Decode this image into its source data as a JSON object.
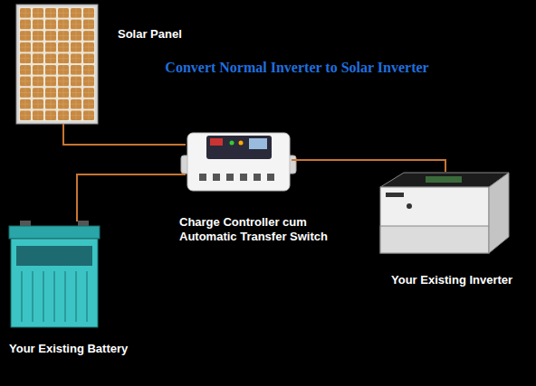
{
  "diagram": {
    "title": "Convert Normal Inverter to Solar Inverter",
    "nodes": [
      {
        "text": [
          "Solar Panel"
        ]
      },
      {
        "text": [
          "Charge Controller cum Automatic Transfer Switch"
        ]
      },
      {
        "text": [
          "Your Existing Inverter"
        ]
      },
      {
        "text": [
          "Your Existing Battery"
        ]
      }
    ],
    "edges": [
      {
        "from": 0,
        "to": 1,
        "arrow": "none"
      },
      {
        "from": 3,
        "to": 1,
        "arrow": "none"
      },
      {
        "from": 1,
        "to": 2,
        "arrow": "none"
      }
    ]
  }
}
